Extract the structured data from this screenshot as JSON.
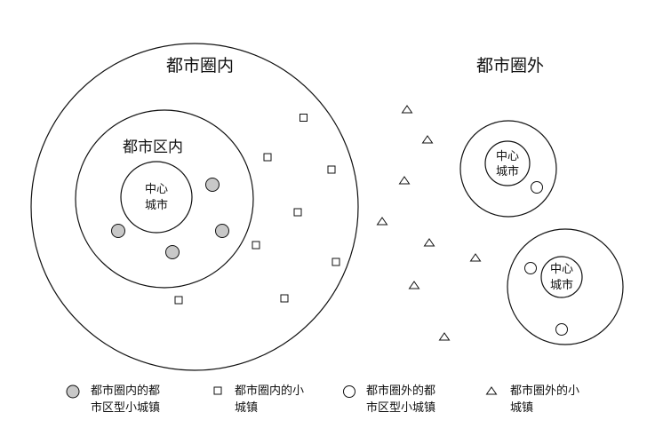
{
  "regions": {
    "metro_inside": "都市圈内",
    "metro_outside": "都市圈外",
    "urban_district_inside": "都市区内"
  },
  "center_city": {
    "line1": "中心",
    "line2": "城市"
  },
  "legend": [
    {
      "symbol": "filled-circle",
      "line1": "都市圈内的都",
      "line2": "市区型小城镇"
    },
    {
      "symbol": "square",
      "line1": "都市圈内的小",
      "line2": "城镇"
    },
    {
      "symbol": "open-circle",
      "line1": "都市圈外的都",
      "line2": "市区型小城镇"
    },
    {
      "symbol": "triangle",
      "line1": "都市圈外的小",
      "line2": "城镇"
    }
  ],
  "colors": {
    "stroke": "#111111",
    "filled_town": "#c8c8c8",
    "background": "#ffffff"
  }
}
